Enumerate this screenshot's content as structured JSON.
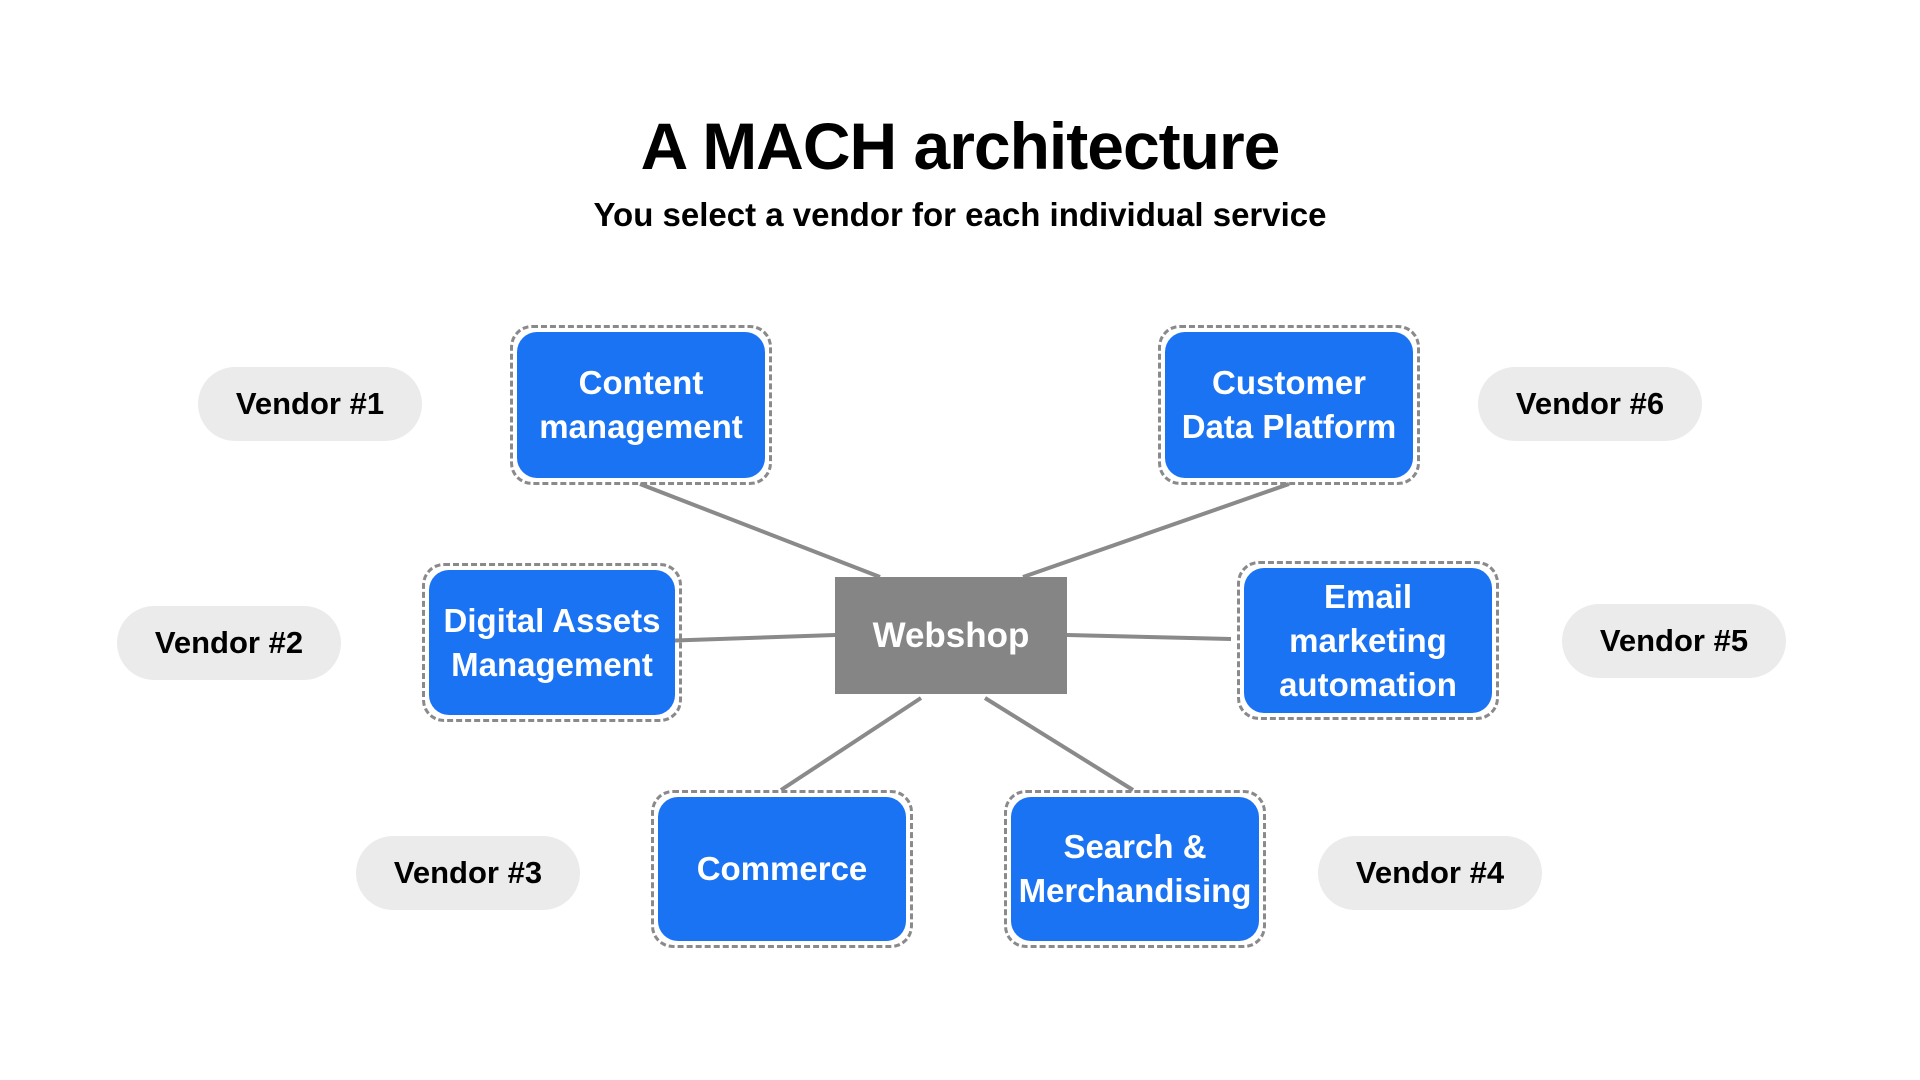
{
  "title": "A MACH architecture",
  "subtitle": "You select a vendor for each individual service",
  "hub": {
    "label": "Webshop",
    "color": "#858585"
  },
  "colors": {
    "service": "#1a73f2",
    "vendor_bg": "#ebebec",
    "connector": "#8a8a8a"
  },
  "services": [
    {
      "label": "Content\nmanagement",
      "vendor": "Vendor #1"
    },
    {
      "label": "Digital Assets\nManagement",
      "vendor": "Vendor #2"
    },
    {
      "label": "Commerce",
      "vendor": "Vendor #3"
    },
    {
      "label": "Search &\nMerchandising",
      "vendor": "Vendor #4"
    },
    {
      "label": "Email\nmarketing\nautomation",
      "vendor": "Vendor #5"
    },
    {
      "label": "Customer\nData Platform",
      "vendor": "Vendor #6"
    }
  ]
}
